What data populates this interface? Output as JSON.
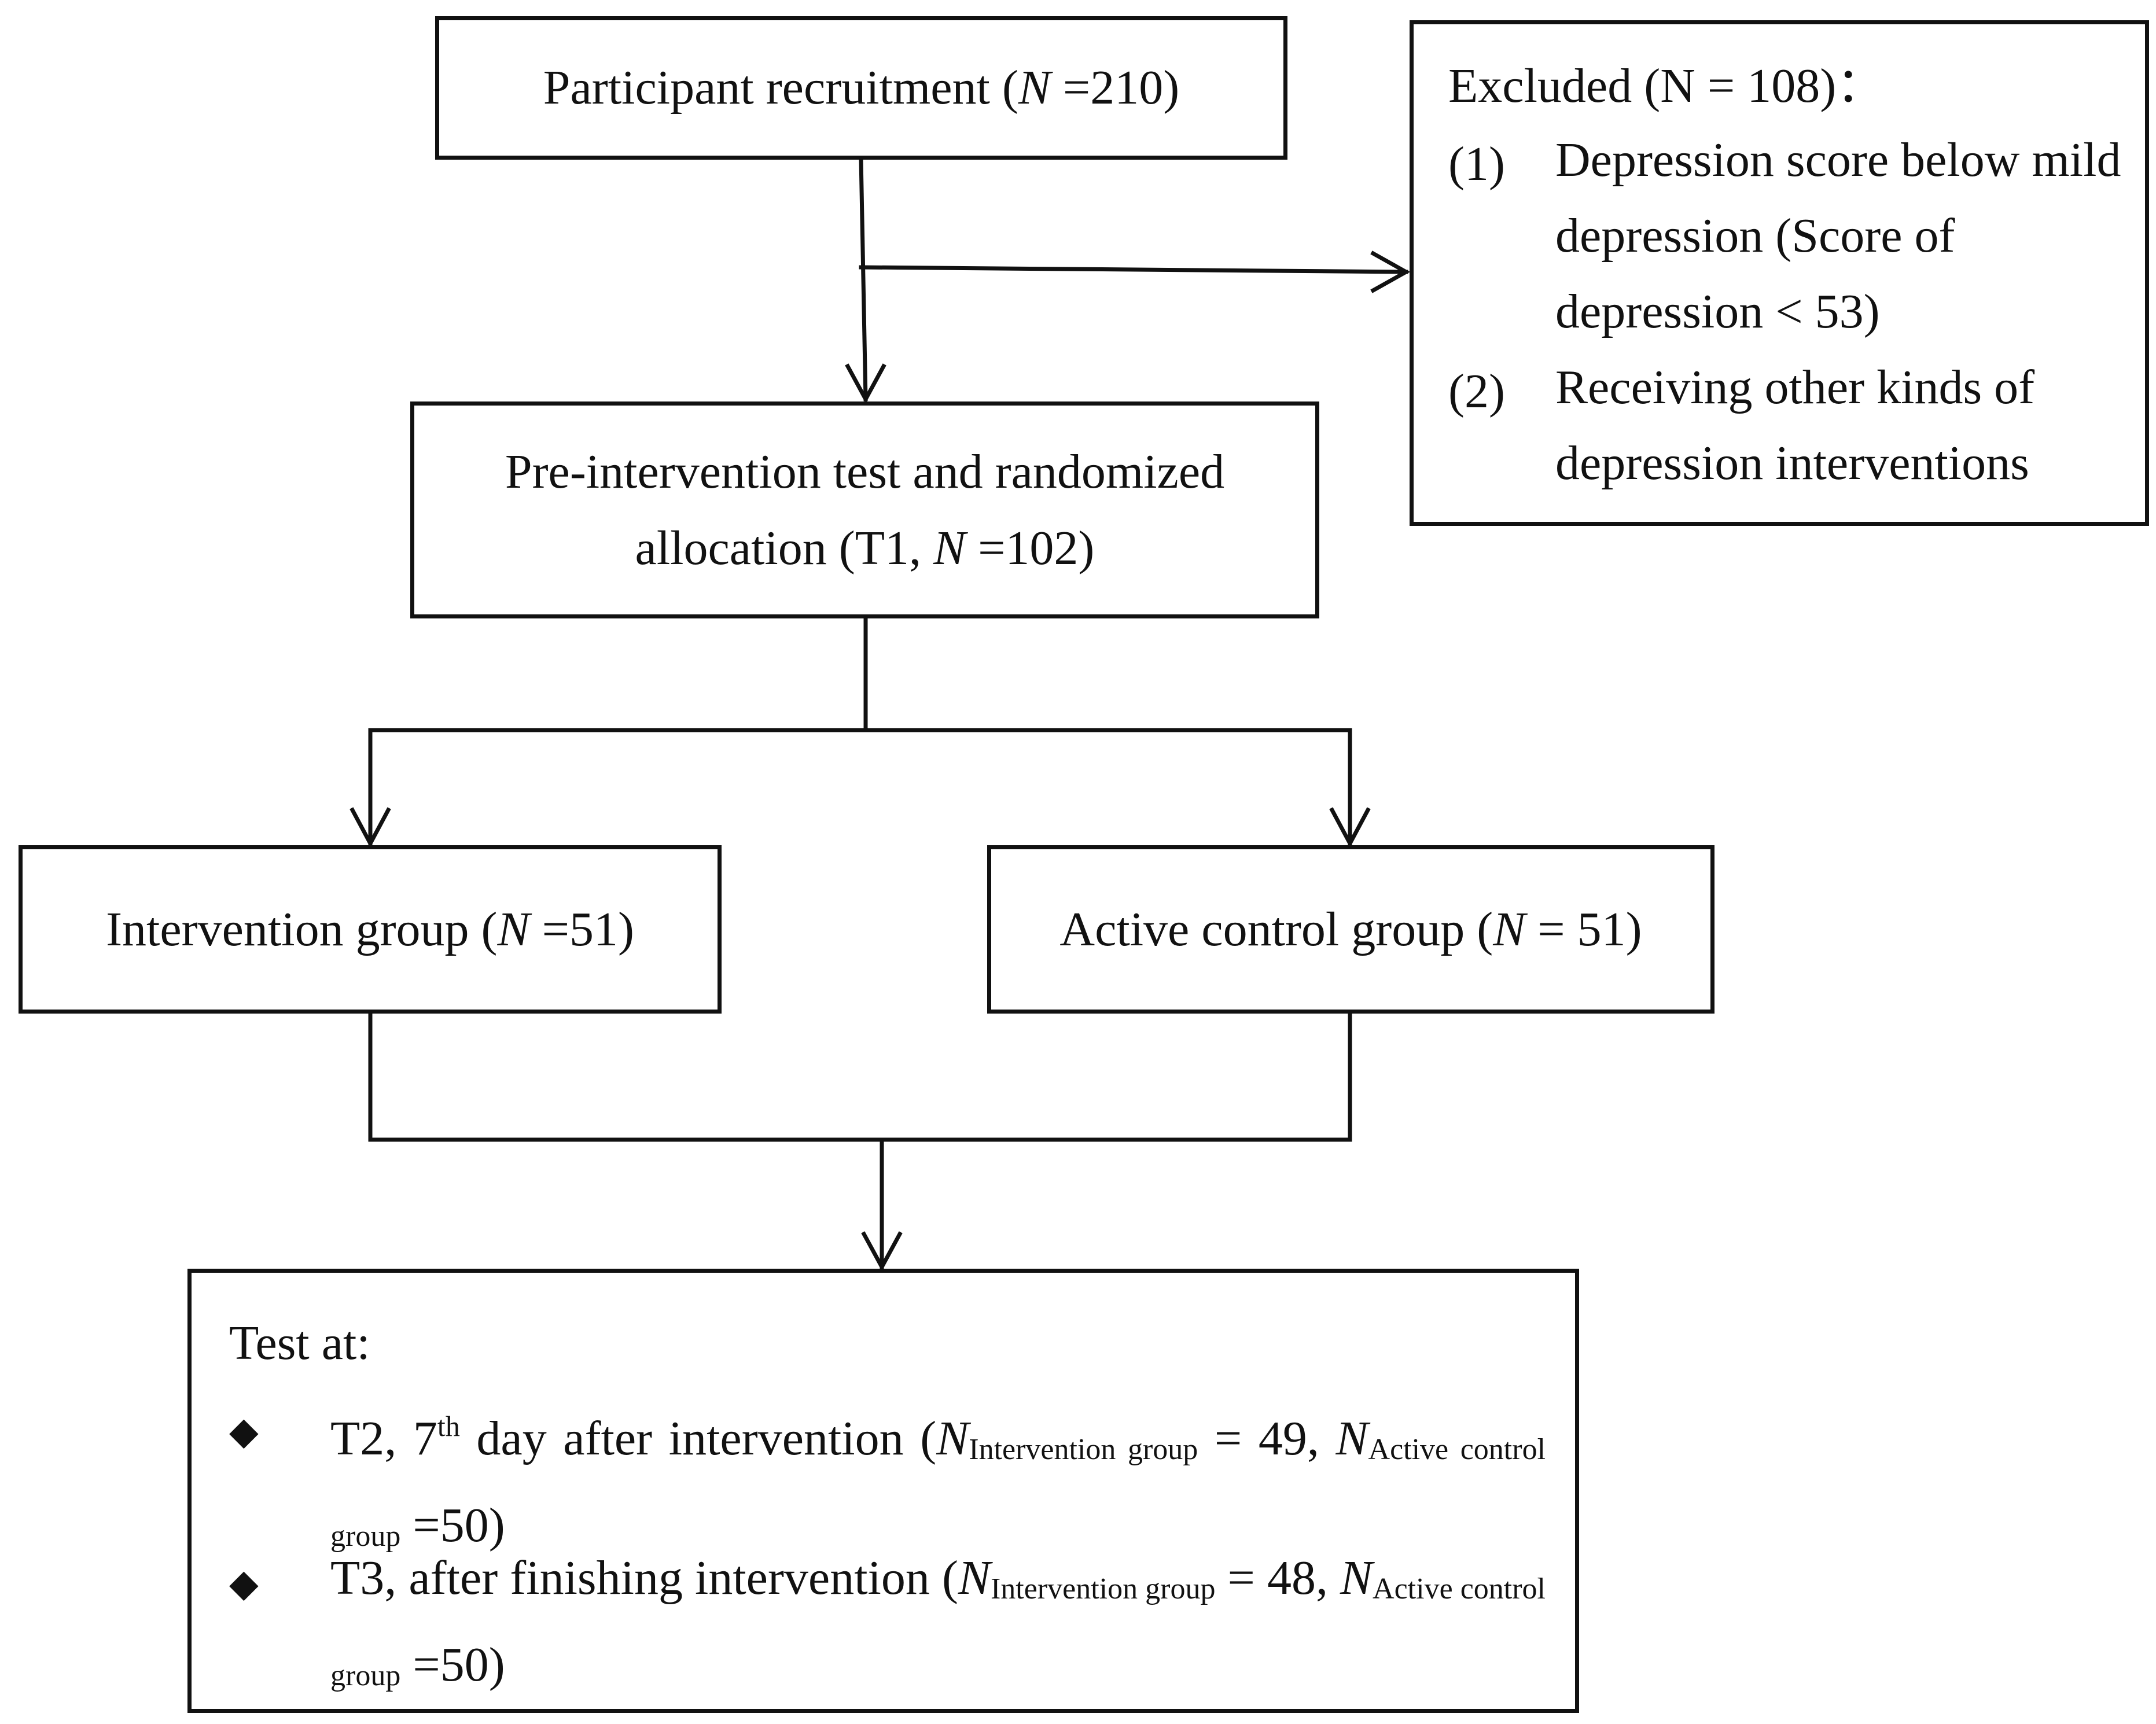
{
  "recruitment": {
    "label": "Participant recruitment (",
    "n": "N",
    "val": " =210)"
  },
  "excluded": {
    "title": "Excluded (N = 108)：",
    "items": [
      {
        "num": "(1)",
        "text": "Depression score below mild depression (Score of depression < 53)"
      },
      {
        "num": "(2)",
        "text": "Receiving other kinds of depression interventions"
      }
    ]
  },
  "allocation": {
    "line1": "Pre-intervention test and randomized",
    "line2a": "allocation (T1, ",
    "n": "N",
    "line2b": " =102)"
  },
  "intervention": {
    "label": "Intervention group (",
    "n": "N",
    "val": " =51)"
  },
  "control": {
    "label": "Active control group (",
    "n": "N",
    "val": " = 51)"
  },
  "test": {
    "title": "Test at:",
    "bullet": "◆",
    "items": [
      {
        "pre": "T2, 7",
        "sup": "th",
        "text": " day after intervention (",
        "n1": "N",
        "sub1": "Intervention group",
        "val1": " = 49, ",
        "n2": "N",
        "sub2": "Active control group",
        "val2": " =50)"
      },
      {
        "pre": "T3, after finishing intervention (",
        "n1": "N",
        "sub1": "Intervention group",
        "val1": " = 48, ",
        "n2": "N",
        "sub2": "Active control group",
        "val2": " =50)"
      }
    ]
  }
}
